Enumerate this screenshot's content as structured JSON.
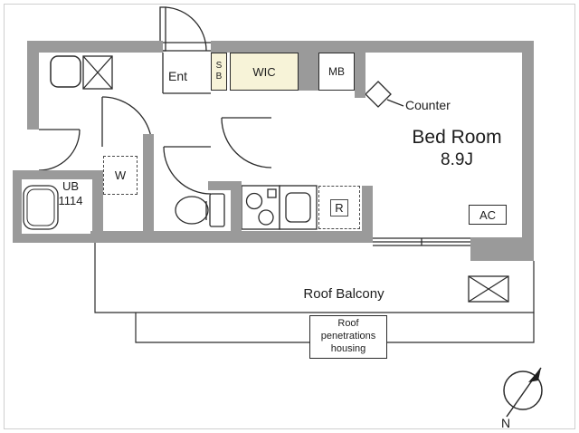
{
  "title": "apartment-floor-plan",
  "colors": {
    "wall": "#9a9a9a",
    "closet": "#f7f3d8",
    "line": "#2b2b2b"
  },
  "labels": {
    "ent": "Ent",
    "sb": "SB",
    "wic": "WIC",
    "mb": "MB",
    "counter": "Counter",
    "bedroom_name": "Bed Room",
    "bedroom_size": "8.9J",
    "ub": "UB",
    "ub_size": "1114",
    "washer": "W",
    "fridge": "R",
    "ac": "AC",
    "roof_balcony": "Roof Balcony",
    "roof_housing_line1": "Roof",
    "roof_housing_line2": "penetrations",
    "roof_housing_line3": "housing",
    "north": "N"
  }
}
